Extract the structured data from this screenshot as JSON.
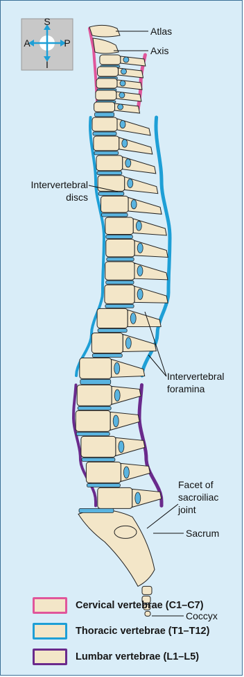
{
  "compass": {
    "superior": "S",
    "inferior": "I",
    "anterior": "A",
    "posterior": "P"
  },
  "labels": {
    "atlas": "Atlas",
    "axis": "Axis",
    "intervertebral_discs_line1": "Intervertebral",
    "intervertebral_discs_line2": "discs",
    "foramina_line1": "Intervertebral",
    "foramina_line2": "foramina",
    "facet_line1": "Facet of",
    "facet_line2": "sacroiliac",
    "facet_line3": "joint",
    "sacrum": "Sacrum",
    "coccyx": "Coccyx"
  },
  "legend": [
    {
      "label": "Cervical vertebrae (C1–C7)",
      "border_color": "#e0569b"
    },
    {
      "label": "Thoracic vertebrae (T1–T12)",
      "border_color": "#1e9fd6"
    },
    {
      "label": "Lumbar vertebrae (L1–L5)",
      "border_color": "#6a2a8c"
    }
  ],
  "colors": {
    "background": "#d9edf8",
    "bone": "#f3e6c8",
    "disc": "#5ab4e0",
    "cervical": "#e0569b",
    "thoracic": "#1e9fd6",
    "lumbar": "#6a2a8c"
  }
}
